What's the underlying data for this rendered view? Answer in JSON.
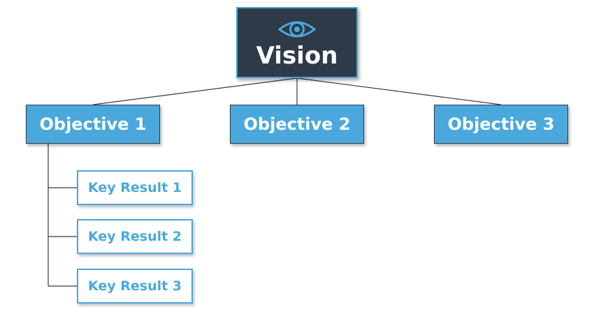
{
  "vision": {
    "icon": "eye-icon",
    "title": "Vision"
  },
  "objectives": [
    {
      "label": "Objective 1"
    },
    {
      "label": "Objective 2"
    },
    {
      "label": "Objective 3"
    }
  ],
  "key_results": [
    {
      "label": "Key Result 1"
    },
    {
      "label": "Key Result 2"
    },
    {
      "label": "Key Result 3"
    }
  ],
  "colors": {
    "vision_fill": "#2e3a47",
    "accent_blue": "#4aa8dc",
    "connector": "#2e3a47",
    "white": "#ffffff"
  }
}
